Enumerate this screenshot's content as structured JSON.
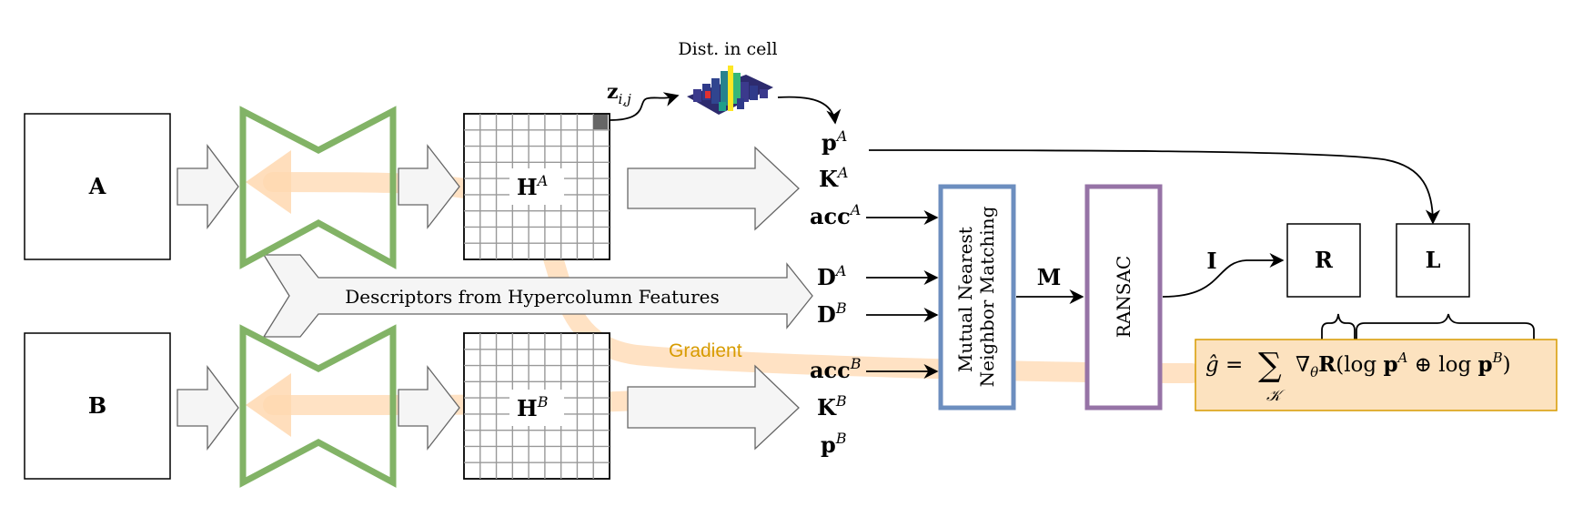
{
  "inputs": {
    "a": "A",
    "b": "B"
  },
  "heatmaps": {
    "a": {
      "base": "H",
      "sup": "A"
    },
    "b": {
      "base": "H",
      "sup": "B"
    }
  },
  "z_label": {
    "base": "z",
    "sub": "i,j"
  },
  "dist_label": "Dist. in cell",
  "descriptors_label": "Descriptors from Hypercolumn Features",
  "gradient_label": "Gradient",
  "outputs": {
    "pA": {
      "base": "p",
      "sup": "A"
    },
    "KA": {
      "base": "K",
      "sup": "A"
    },
    "accA": {
      "base": "acc",
      "sup": "A"
    },
    "DA": {
      "base": "D",
      "sup": "A"
    },
    "DB": {
      "base": "D",
      "sup": "B"
    },
    "accB": {
      "base": "acc",
      "sup": "B"
    },
    "KB": {
      "base": "K",
      "sup": "B"
    },
    "pB": {
      "base": "p",
      "sup": "B"
    }
  },
  "mnn_label_line1": "Mutual Nearest",
  "mnn_label_line2": "Neighbor Matching",
  "M_label": "M",
  "ransac_label": "RANSAC",
  "I_label": "I",
  "R_label": "R",
  "L_label": "L",
  "formula": {
    "lhs": "ĝ = ",
    "sum": "∑",
    "sum_sub": "𝒦",
    "nabla": "∇",
    "theta": "θ",
    "R": "R",
    "open": "(log ",
    "p1": "p",
    "p1_sup": "A",
    "oplus": " ⊕ log ",
    "p2": "p",
    "p2_sup": "B",
    "close": ")"
  },
  "colors": {
    "network": "#82b366",
    "gradient": "#ffe0c0",
    "gradient_text": "#d79b00",
    "mnn_box": "#6c8ebf",
    "ransac_box": "#9673a6",
    "formula_fill": "#fce2bf",
    "formula_stroke": "#d79b00",
    "arrow_fill": "#f5f5f5",
    "arrow_stroke": "#666666"
  }
}
